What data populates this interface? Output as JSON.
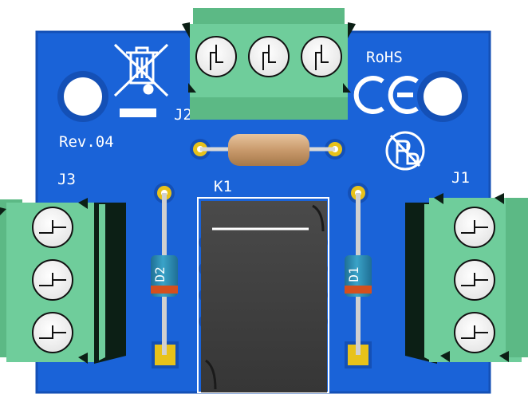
{
  "board": {
    "labels": {
      "j2": "J2",
      "rev": "Rev.04",
      "j3": "J3",
      "k1": "K1",
      "j1": "J1",
      "rohs": "RoHS",
      "d1": "D1",
      "d2": "D2"
    },
    "symbols": [
      "weee-bin-icon",
      "ce-mark-icon",
      "lead-free-icon"
    ],
    "colors": {
      "pcb": "#1a63d8",
      "pcb_edge": "#1450b6",
      "terminal_green": "#6fcd9b",
      "terminal_dark": "#0c1f15",
      "relay_body": "#3d3d3d",
      "pad_gold": "#e8c21a",
      "diode_body": "#2e8fb5",
      "diode_band": "#d44f1e",
      "resistor_body": "#c99a6c"
    }
  }
}
